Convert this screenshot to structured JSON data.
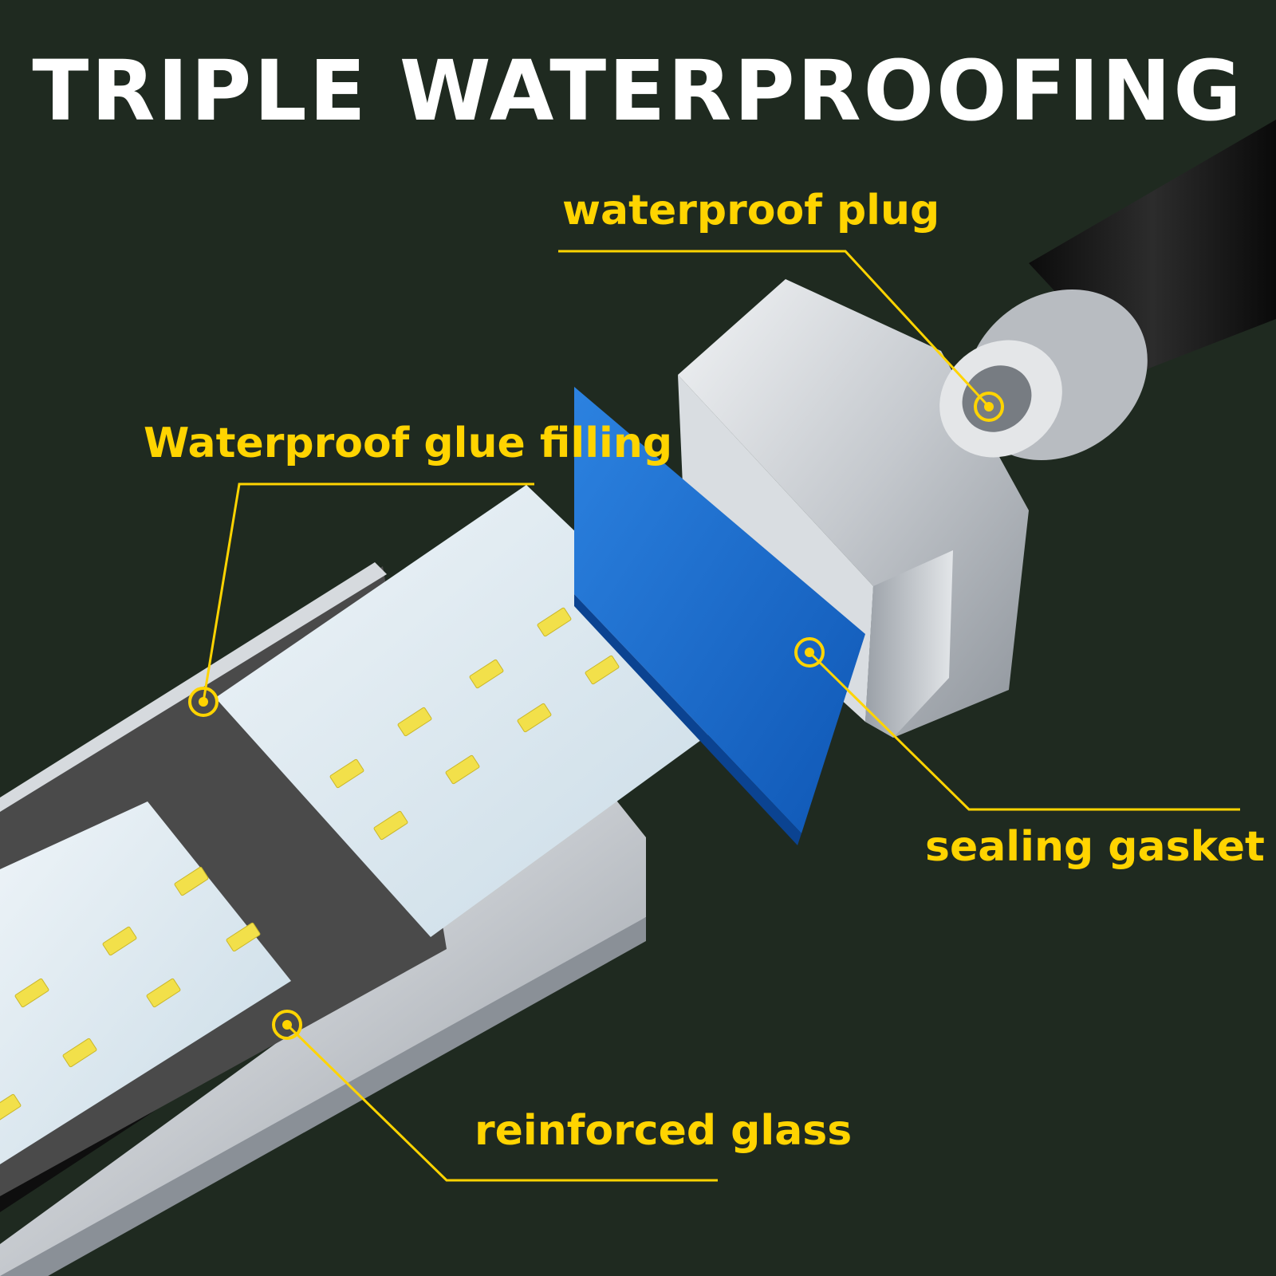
{
  "title": "TRIPLE WATERPROOFING",
  "callouts": {
    "plug": "waterproof plug",
    "glue": "Waterproof glue filling",
    "gasket": "sealing gasket",
    "glass": "reinforced glass"
  },
  "colors": {
    "background": "#1f2a20",
    "title": "#ffffff",
    "callout": "#ffd400",
    "gasket": "#1a6fd0",
    "aluminum": "#c9cdd2",
    "led": "#f2e04a"
  }
}
